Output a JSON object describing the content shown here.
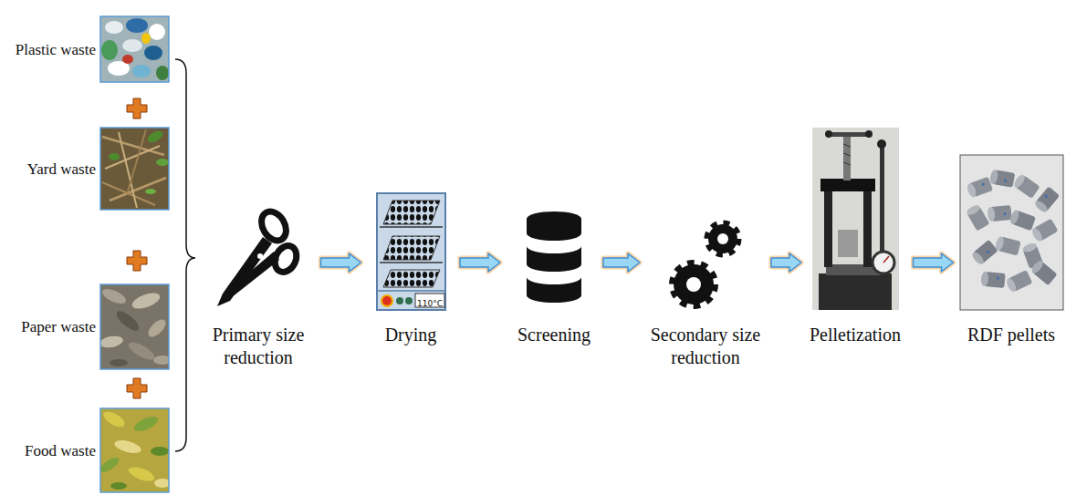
{
  "diagram": {
    "nodes": [
      {
        "text": [
          "Plastic waste"
        ]
      },
      {
        "text": [
          "Yard waste"
        ]
      },
      {
        "text": [
          "Paper waste"
        ]
      },
      {
        "text": [
          "Food waste"
        ]
      },
      {
        "text": [
          "Primary size reduction"
        ]
      },
      {
        "text": [
          "Drying"
        ]
      },
      {
        "text": [
          "Screening"
        ]
      },
      {
        "text": [
          "Secondary size reduction"
        ]
      },
      {
        "text": [
          "Pelletization"
        ]
      },
      {
        "text": [
          "RDF pellets"
        ]
      }
    ],
    "edges": [
      {
        "from": 4,
        "to": 5,
        "arrow": "to"
      },
      {
        "from": 5,
        "to": 6,
        "arrow": "to"
      },
      {
        "from": 6,
        "to": 7,
        "arrow": "to"
      },
      {
        "from": 7,
        "to": 8,
        "arrow": "to"
      },
      {
        "from": 8,
        "to": 9,
        "arrow": "to"
      }
    ],
    "labels": [
      "110°C"
    ]
  }
}
